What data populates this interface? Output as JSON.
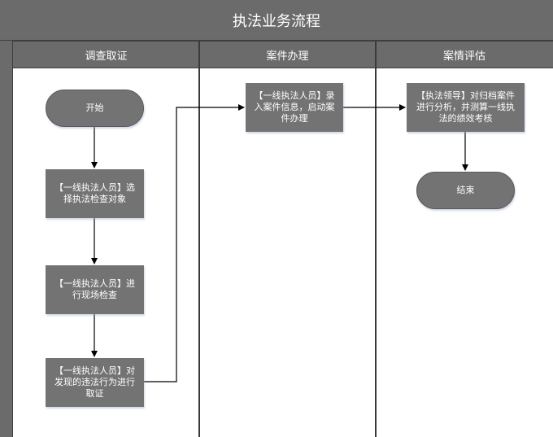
{
  "title": "执法业务流程",
  "lanes": [
    {
      "label": "调查取证"
    },
    {
      "label": "案件办理"
    },
    {
      "label": "案情评估"
    }
  ],
  "nodes": {
    "start": "开始",
    "select_target": "【一线执法人员】选\n择执法检查对象",
    "onsite_check": "【一线执法人员】进\n行现场检查",
    "collect_evidence": "【一线执法人员】对\n发现的违法行为进行\n取证",
    "record_case": "【一线执法人员】录\n入案件信息，启动案\n件办理",
    "analyze_case": "【执法领导】对归档案件\n进行分析，并测算一线执\n法的绩效考核",
    "end": "结束"
  },
  "colors": {
    "header_bg": "#6b6b6b",
    "node_bg": "#737373",
    "line": "#000000"
  }
}
